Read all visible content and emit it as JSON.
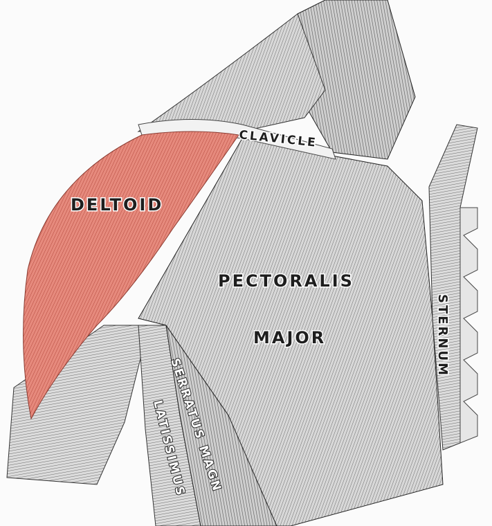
{
  "figure": {
    "labels": {
      "clavicle": "CLAVICLE",
      "deltoid": "DELTOID",
      "pectoralis": "PECTORALIS",
      "major": "MAJOR",
      "sternum": "STERNUM",
      "serratus": "SERRATUS MAGN",
      "latissimus": "LATISSIMUS"
    },
    "colors": {
      "deltoid": "#e07a6c",
      "muscle": "#bdbdbd",
      "dark_muscle": "#555555",
      "background": "#fbfbfb"
    }
  }
}
